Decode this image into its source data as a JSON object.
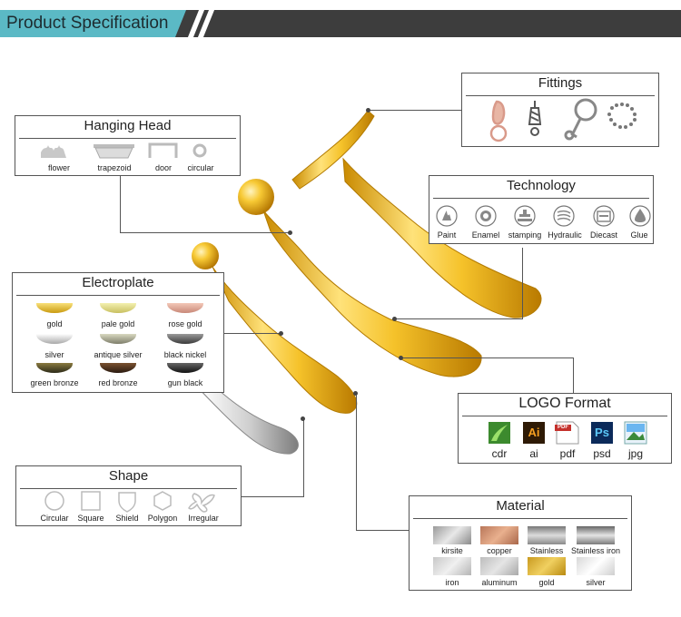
{
  "header": {
    "title": "Product Specification"
  },
  "hanging_head": {
    "title": "Hanging Head",
    "items": [
      "flower",
      "trapezoid",
      "door",
      "circular"
    ]
  },
  "fittings": {
    "title": "Fittings"
  },
  "technology": {
    "title": "Technology",
    "items": [
      "Paint",
      "Enamel",
      "stamping",
      "Hydraulic",
      "Diecast",
      "Glue"
    ]
  },
  "electroplate": {
    "title": "Electroplate",
    "items": [
      "gold",
      "pale gold",
      "rose gold",
      "silver",
      "antique silver",
      "black nickel",
      "green bronze",
      "red bronze",
      "gun black"
    ]
  },
  "logo_format": {
    "title": "LOGO Format",
    "items": [
      "cdr",
      "ai",
      "pdf",
      "psd",
      "jpg"
    ],
    "icon_text": {
      "ai": "Ai",
      "psd": "Ps",
      "pdf": "PDF"
    }
  },
  "shape": {
    "title": "Shape",
    "items": [
      "Circular",
      "Square",
      "Shield",
      "Polygon",
      "Irregular"
    ]
  },
  "material": {
    "title": "Material",
    "items": [
      "kirsite",
      "copper",
      "Stainless",
      "Stainless iron",
      "iron",
      "aluminum",
      "gold",
      "silver"
    ]
  },
  "colors": {
    "teal": "#5bb9c5",
    "dark": "#3d3d3d",
    "gold": "#f2c230",
    "silver": "#d4d4d4"
  }
}
